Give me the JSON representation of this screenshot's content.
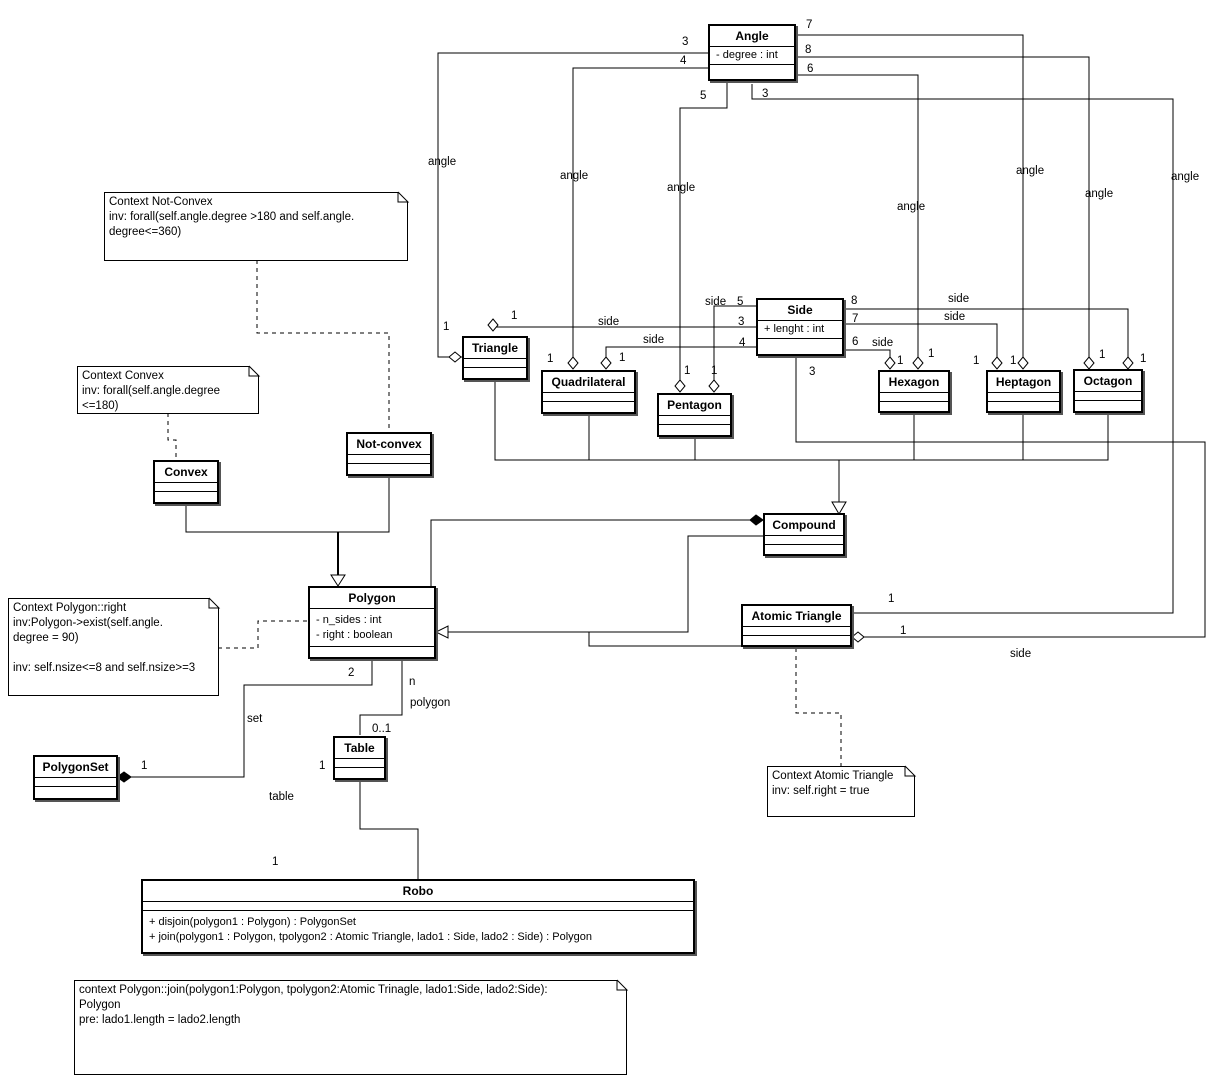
{
  "classes": {
    "angle": {
      "name": "Angle",
      "attributes": [
        "- degree : int"
      ]
    },
    "side": {
      "name": "Side",
      "attributes": [
        "+ lenght : int"
      ]
    },
    "triangle": {
      "name": "Triangle"
    },
    "quadrilateral": {
      "name": "Quadrilateral"
    },
    "pentagon": {
      "name": "Pentagon"
    },
    "hexagon": {
      "name": "Hexagon"
    },
    "heptagon": {
      "name": "Heptagon"
    },
    "octagon": {
      "name": "Octagon"
    },
    "convex": {
      "name": "Convex"
    },
    "not_convex": {
      "name": "Not-convex"
    },
    "compound": {
      "name": "Compound"
    },
    "polygon": {
      "name": "Polygon",
      "attributes": [
        "- n_sides : int",
        "- right : boolean"
      ]
    },
    "atomic_triangle": {
      "name": "Atomic Triangle"
    },
    "polygon_set": {
      "name": "PolygonSet"
    },
    "table": {
      "name": "Table"
    },
    "robo": {
      "name": "Robo",
      "operations": [
        "+ disjoin(polygon1 : Polygon) : PolygonSet",
        "+ join(polygon1 : Polygon, tpolygon2 : Atomic Triangle, lado1 : Side, lado2 : Side) : Polygon"
      ]
    }
  },
  "notes": {
    "not_convex": "Context Not-Convex\ninv: forall(self.angle.degree >180 and self.angle.\ndegree<=360)",
    "convex": "Context Convex\ninv: forall(self.angle.degree\n<=180)",
    "polygon_right": "Context Polygon::right\ninv:Polygon->exist(self.angle.\ndegree = 90)\n\ninv: self.nsize<=8 and self.nsize>=3",
    "atomic_triangle": "Context Atomic Triangle\ninv: self.right = true",
    "join": "context Polygon::join(polygon1:Polygon, tpolygon2:Atomic Trinagle, lado1:Side, lado2:Side):\nPolygon\npre: lado1.length = lado2.length"
  },
  "labels": {
    "angle_role": "angle",
    "side_role": "side",
    "set_role": "set",
    "polygon_role": "polygon",
    "table_role": "table",
    "m1": "1",
    "m2": "2",
    "m3": "3",
    "m4": "4",
    "m5": "5",
    "m6": "6",
    "m7": "7",
    "m8": "8",
    "mn": "n",
    "m01": "0..1"
  }
}
